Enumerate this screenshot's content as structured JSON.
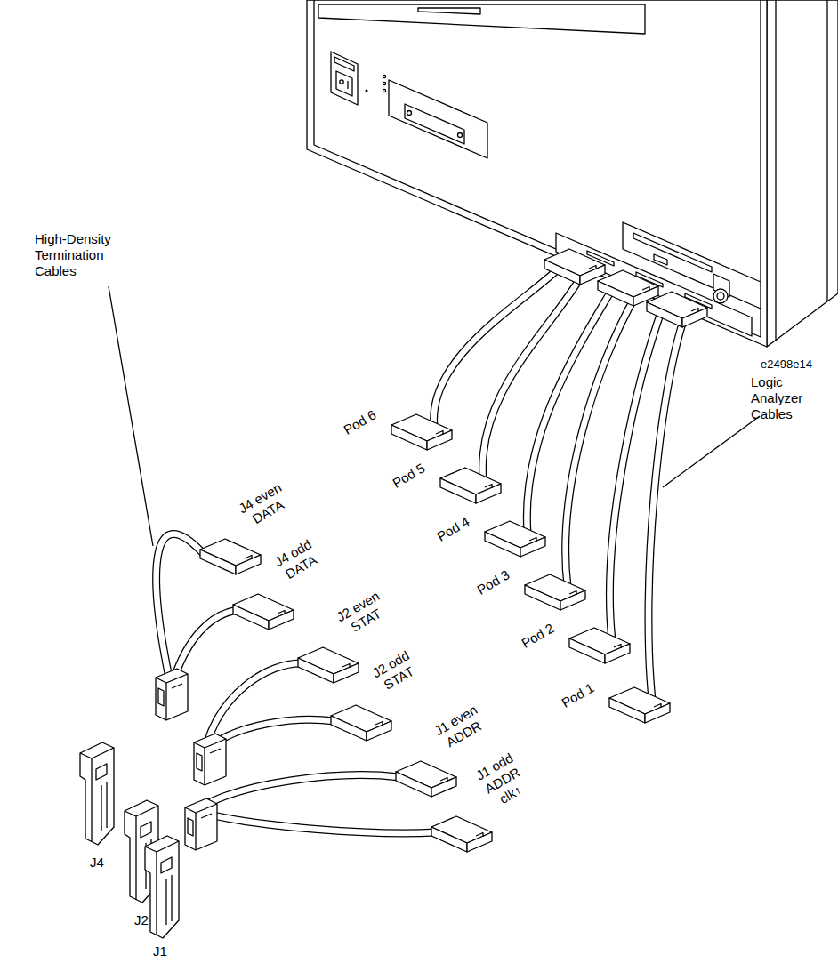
{
  "diagram": {
    "nodes": [
      {
        "text": [
          "Pod 6"
        ]
      },
      {
        "text": [
          "Pod 5"
        ]
      },
      {
        "text": [
          "Pod 4"
        ]
      },
      {
        "text": [
          "Pod 3"
        ]
      },
      {
        "text": [
          "Pod 2"
        ]
      },
      {
        "text": [
          "Pod 1"
        ]
      },
      {
        "text": [
          "J4 even DATA"
        ]
      },
      {
        "text": [
          "J4 odd DATA"
        ]
      },
      {
        "text": [
          "J2 even STAT"
        ]
      },
      {
        "text": [
          "J2 odd STAT"
        ]
      },
      {
        "text": [
          "J1 even ADDR"
        ]
      },
      {
        "text": [
          "J1 odd ADDR clk↑"
        ]
      }
    ],
    "labels": [
      "e2498e14",
      "Logic Analyzer Cables",
      "High-Density Termination Cables",
      "J4",
      "J2",
      "J1"
    ]
  }
}
